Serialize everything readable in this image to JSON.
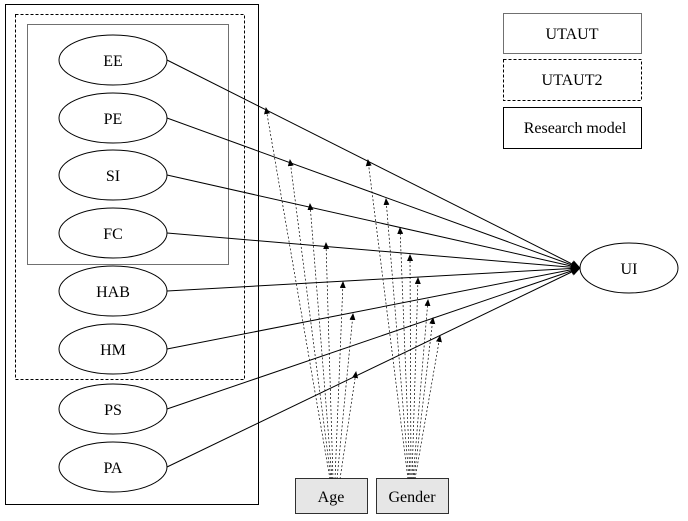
{
  "legend": {
    "utaut": "UTAUT",
    "utaut2": "UTAUT2",
    "research_model": "Research model"
  },
  "constructs": {
    "ee": "EE",
    "pe": "PE",
    "si": "SI",
    "fc": "FC",
    "hab": "HAB",
    "hm": "HM",
    "ps": "PS",
    "pa": "PA"
  },
  "outcome": "UI",
  "moderators": {
    "age": "Age",
    "gender": "Gender"
  },
  "colors": {
    "line": "#000000",
    "moderator_fill": "#e6e6e6"
  }
}
